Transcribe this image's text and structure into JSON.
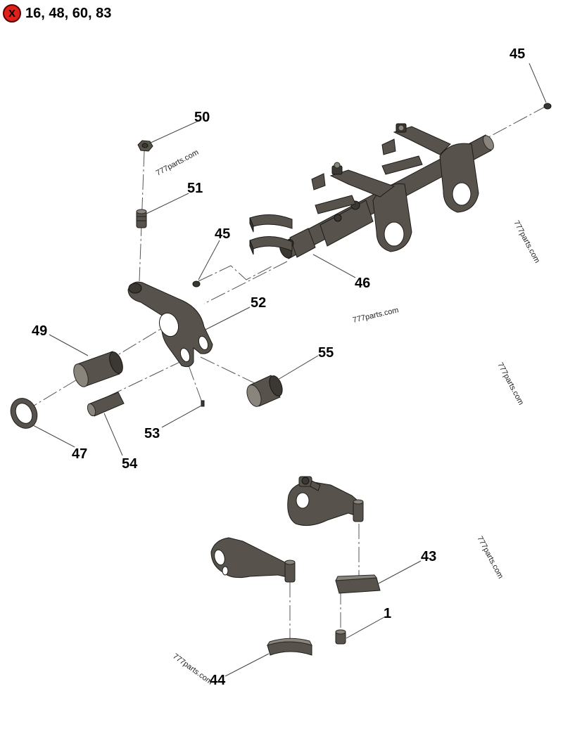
{
  "header": {
    "not_included_icon": "x-circle-icon",
    "not_included_glyph": "X",
    "not_included_parts": "16, 48, 60, 83",
    "badge_color": "#e0201b"
  },
  "callouts": {
    "c45_top": "45",
    "c50": "50",
    "c51": "51",
    "c45_mid": "45",
    "c46": "46",
    "c52": "52",
    "c49": "49",
    "c55": "55",
    "c53": "53",
    "c47": "47",
    "c54": "54",
    "c43": "43",
    "c1": "1",
    "c44": "44"
  },
  "watermarks": {
    "w1": "777parts.com",
    "w2": "777parts.com",
    "w3": "777parts.com",
    "w4": "777parts.com",
    "w5": "777parts.com",
    "w6": "777parts.com"
  },
  "colors": {
    "part": "#57534c",
    "part_dark": "#3b3833",
    "part_light": "#8a857c"
  }
}
